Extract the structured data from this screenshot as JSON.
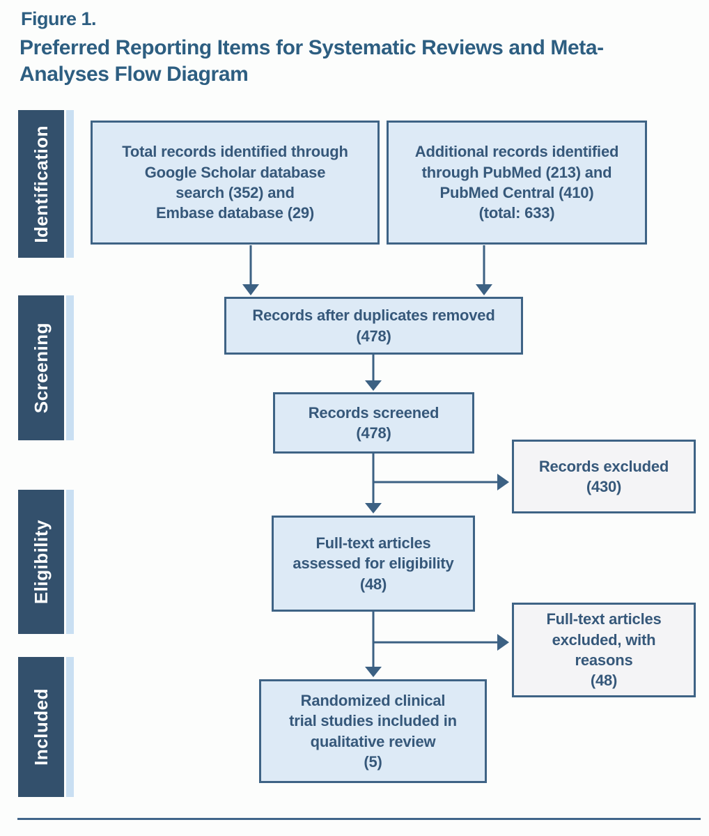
{
  "figure": {
    "label": "Figure 1.",
    "title": "Preferred Reporting Items for Systematic Reviews and Meta-Analyses Flow Diagram"
  },
  "stages": [
    {
      "label": "Identification"
    },
    {
      "label": "Screening"
    },
    {
      "label": "Eligibility"
    },
    {
      "label": "Included"
    }
  ],
  "boxes": {
    "identified_primary": {
      "lines": [
        "Total records identified through",
        "Google Scholar database",
        "search (352) and",
        "Embase database (29)"
      ]
    },
    "identified_additional": {
      "lines": [
        "Additional records identified",
        "through PubMed (213) and",
        "PubMed Central (410)",
        "(total: 633)"
      ]
    },
    "after_duplicates": {
      "lines": [
        "Records after duplicates removed",
        "(478)"
      ]
    },
    "screened": {
      "lines": [
        "Records screened",
        "(478)"
      ]
    },
    "records_excluded": {
      "lines": [
        "Records excluded",
        "(430)"
      ]
    },
    "fulltext_assessed": {
      "lines": [
        "Full-text articles",
        "assessed for eligibility",
        "(48)"
      ]
    },
    "fulltext_excluded": {
      "lines": [
        "Full-text articles",
        "excluded, with",
        "reasons",
        "(48)"
      ]
    },
    "included_studies": {
      "lines": [
        "Randomized clinical",
        "trial studies included in",
        "qualitative review",
        "(5)"
      ]
    }
  },
  "colors": {
    "heading_text": "#2d5e81",
    "box_text": "#36587a",
    "box_border": "#3e6385",
    "box_fill_blue": "#ddeaf6",
    "box_fill_gray": "#f4f4f6",
    "stage_bar": "#33506c",
    "stage_strip": "#c9dff2",
    "connector": "#3c6183",
    "background": "#fcfdfc"
  }
}
